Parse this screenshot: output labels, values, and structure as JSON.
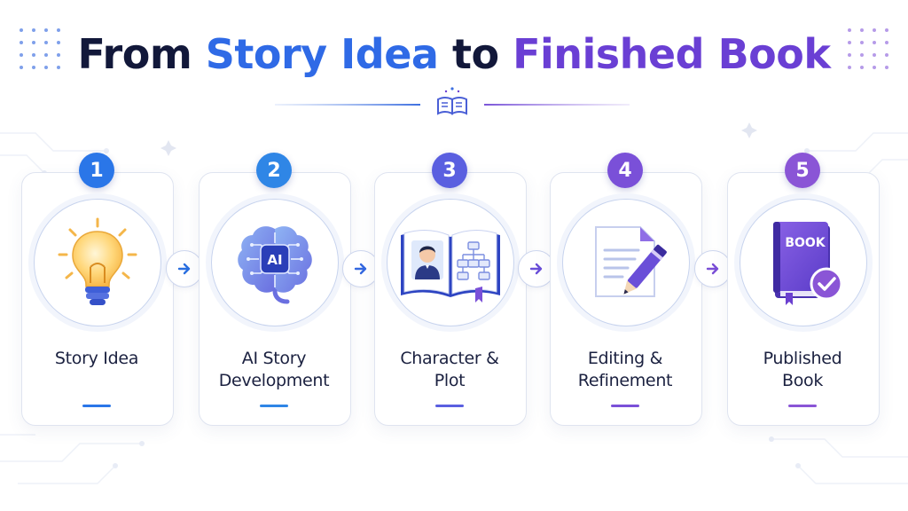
{
  "title": {
    "part1": "From ",
    "part2": "Story Idea",
    "part3": " to ",
    "part4": "Finished Book"
  },
  "colors": {
    "navy": "#12183a",
    "blue": "#2f6ae6",
    "purple": "#6a3fd4",
    "badge_1": "#2a76e8",
    "badge_2": "#2f86e6",
    "badge_3": "#5a5fe0",
    "badge_4": "#7a50d8",
    "badge_5": "#8a55d6"
  },
  "steps": [
    {
      "number": "1",
      "label_lines": [
        "Story Idea",
        ""
      ],
      "icon": "lightbulb-icon"
    },
    {
      "number": "2",
      "label_lines": [
        "AI Story",
        "Development"
      ],
      "icon": "ai-brain-icon",
      "icon_text": "AI"
    },
    {
      "number": "3",
      "label_lines": [
        "Character &",
        "Plot"
      ],
      "icon": "open-book-character-icon"
    },
    {
      "number": "4",
      "label_lines": [
        "Editing &",
        "Refinement"
      ],
      "icon": "document-pencil-icon"
    },
    {
      "number": "5",
      "label_lines": [
        "Published",
        "Book"
      ],
      "icon": "published-book-check-icon",
      "icon_text": "BOOK"
    }
  ],
  "connectors": [
    "arrow-right-icon",
    "arrow-right-icon",
    "arrow-right-icon",
    "arrow-right-icon"
  ]
}
